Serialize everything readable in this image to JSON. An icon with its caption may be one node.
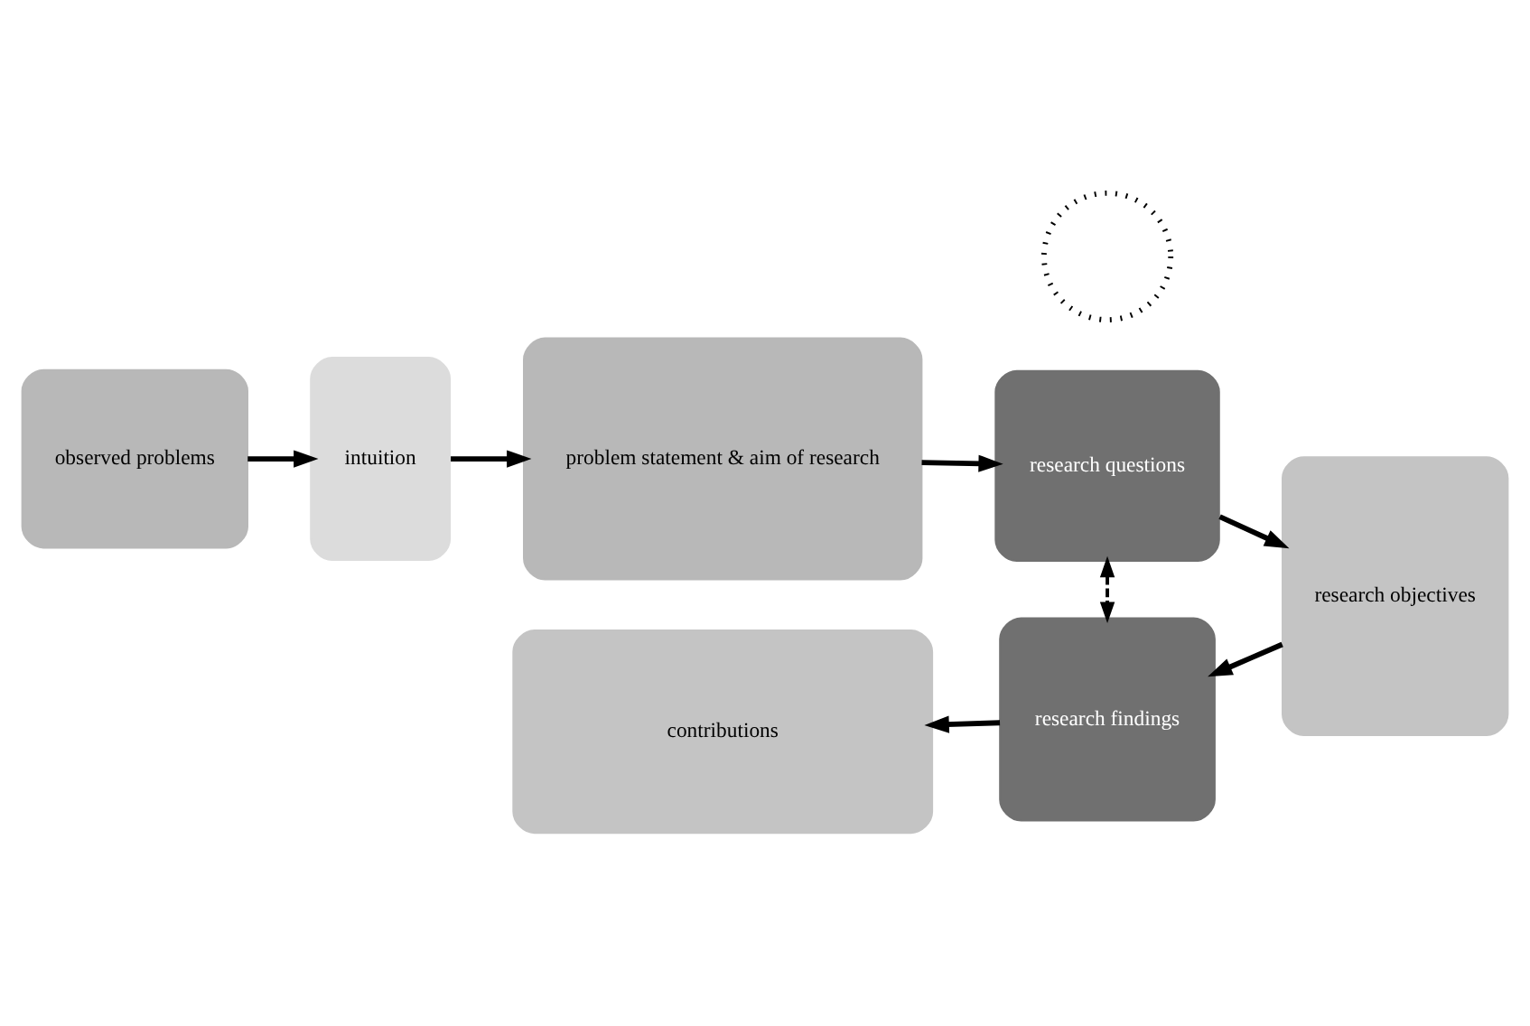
{
  "diagram": {
    "nodes": [
      {
        "text": [
          "observed problems"
        ]
      },
      {
        "text": [
          "intuition"
        ]
      },
      {
        "text": [
          "problem statement & aim of research"
        ]
      },
      {
        "text": [
          "research questions"
        ]
      },
      {
        "text": [
          "research objectives"
        ]
      },
      {
        "text": [
          "research findings"
        ]
      },
      {
        "text": [
          "contributions"
        ]
      },
      {
        "text": [],
        "shape": "circle"
      }
    ],
    "edges": [
      {
        "from": 0,
        "to": 1,
        "arrow": "to"
      },
      {
        "from": 1,
        "to": 2,
        "arrow": "to"
      },
      {
        "from": 2,
        "to": 3,
        "arrow": "to"
      },
      {
        "from": 3,
        "to": 4,
        "arrow": "to"
      },
      {
        "from": 4,
        "to": 5,
        "arrow": "to"
      },
      {
        "from": 5,
        "to": 6,
        "arrow": "to"
      },
      {
        "from": 3,
        "to": 5,
        "arrow": "both",
        "style": "dashed"
      }
    ]
  }
}
